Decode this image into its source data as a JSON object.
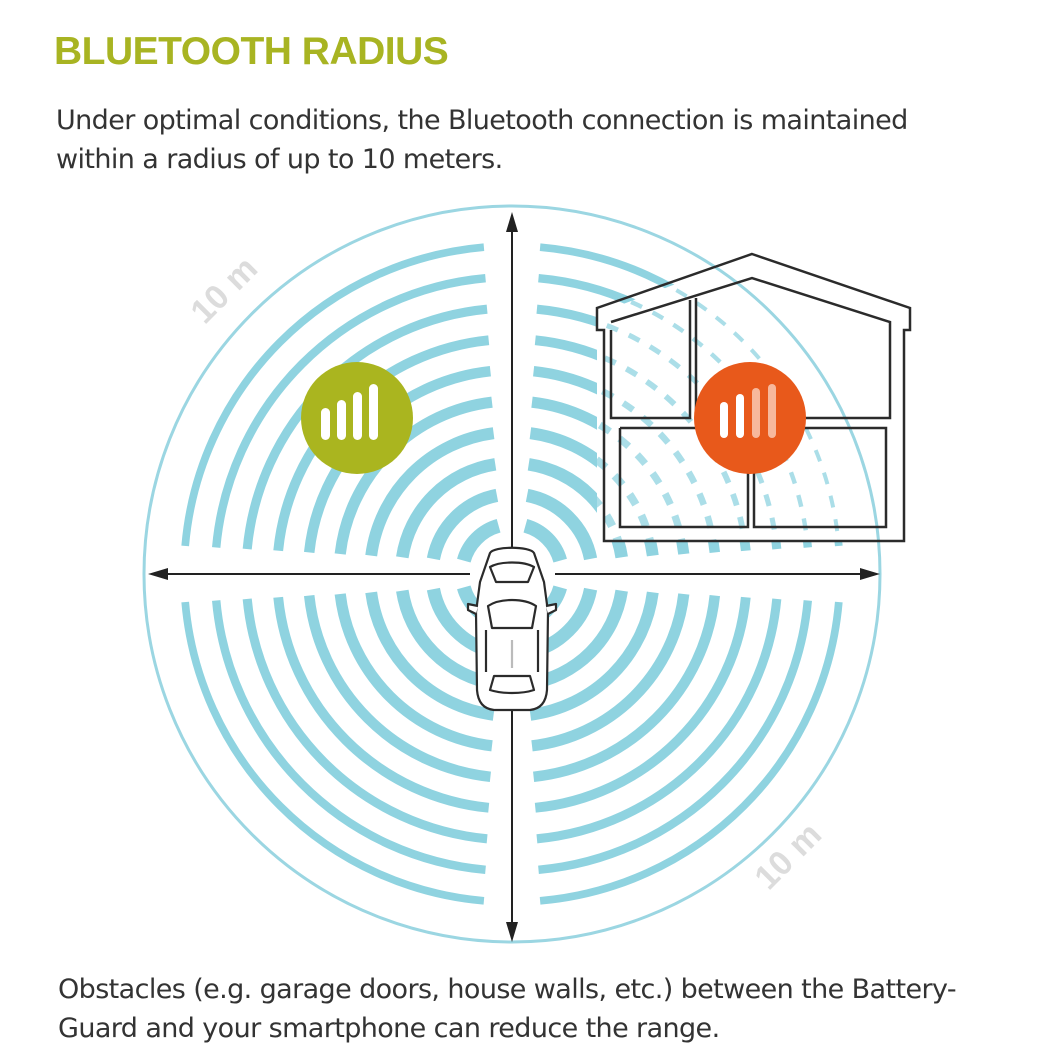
{
  "header": {
    "title": "BLUETOOTH RADIUS",
    "intro": "Under optimal conditions, the Bluetooth connection is maintained within a radius of up to 10 meters."
  },
  "diagram": {
    "range_label_top": "10 m",
    "range_label_bottom": "10 m",
    "good_signal": {
      "status": "good",
      "color": "#aab51f"
    },
    "weak_signal": {
      "status": "weak",
      "color": "#e8591b"
    },
    "wave_color": "#8fd3e0",
    "outer_ring_color": "#9bd6e2",
    "axis_color": "#222222",
    "icons": [
      "car-icon",
      "house-icon",
      "signal-strong-icon",
      "signal-weak-icon"
    ]
  },
  "footer": {
    "note": "Obstacles (e.g. garage doors, house walls, etc.) between the Battery-Guard and your smartphone can reduce the range."
  },
  "colors": {
    "title": "#a8b422",
    "text": "#333333"
  }
}
